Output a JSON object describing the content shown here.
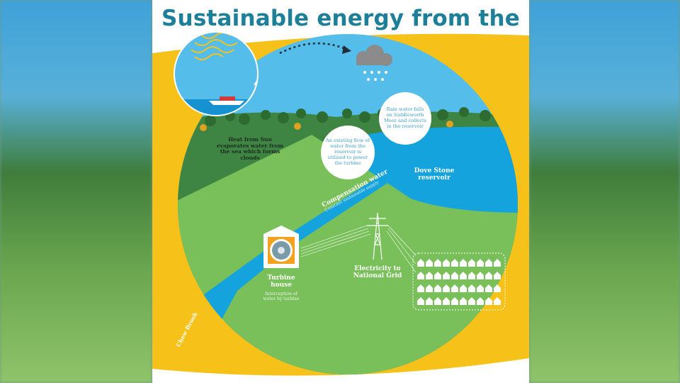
{
  "title": "Sustainable energy from the sun",
  "labels": {
    "evaporation": "Heat from Sun evaporates water from the sea which forms clouds",
    "rain_bubble": "Rain water falls on Saddleworth Moor and collects in the reservoir",
    "flow_bubble": "An existing flow of water from the reservoir is utilised to power the turbine",
    "reservoir": "Dove Stone reservoir",
    "compensation_title": "Compensation water",
    "compensation_sub": "Constant sustainable supply",
    "turbine_title": "Turbine house",
    "turbine_sub": "Interception of water by turbine",
    "electricity": "Electricity to National Grid",
    "brook": "Chew Brook"
  },
  "colors": {
    "title": "#1d7f98",
    "yellow": "#f6c21a",
    "sky": "#54bde9",
    "water": "#14a3dc",
    "dark_green": "#3e8443",
    "light_green": "#79c05a",
    "turbine": "#f4a11f"
  }
}
